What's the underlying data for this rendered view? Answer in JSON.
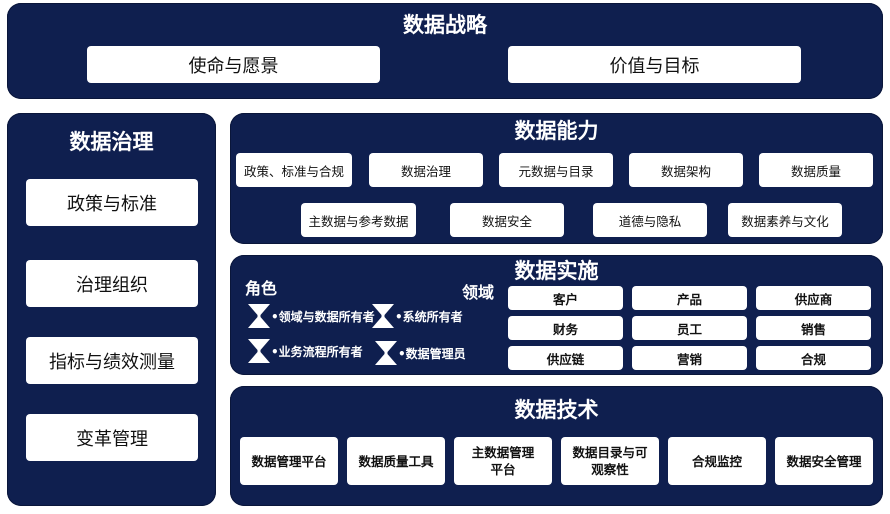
{
  "strategy": {
    "title": "数据战略",
    "items": [
      "使命与愿景",
      "价值与目标"
    ]
  },
  "governance": {
    "title": "数据治理",
    "items": [
      "政策与标准",
      "治理组织",
      "指标与绩效测量",
      "变革管理"
    ]
  },
  "capability": {
    "title": "数据能力",
    "row1": [
      "政策、标准与合规",
      "数据治理",
      "元数据与目录",
      "数据架构",
      "数据质量"
    ],
    "row2": [
      "主数据与参考数据",
      "数据安全",
      "道德与隐私",
      "数据素养与文化"
    ]
  },
  "implementation": {
    "title": "数据实施",
    "roles_label": "角色",
    "domains_label": "领域",
    "roles": [
      "•领域与数据所有者",
      "•系统所有者",
      "•业务流程所有者",
      "•数据管理员"
    ],
    "domains": [
      "客户",
      "产品",
      "供应商",
      "财务",
      "员工",
      "销售",
      "供应链",
      "营销",
      "合规"
    ]
  },
  "technology": {
    "title": "数据技术",
    "items": [
      "数据管理平台",
      "数据质量工具",
      "主数据管理\n平台",
      "数据目录与可\n观察性",
      "合规监控",
      "数据安全管理"
    ]
  },
  "colors": {
    "panel": "#0f1f4f",
    "box": "#ffffff"
  },
  "icons": {
    "role_bullet": "hourglass-icon"
  }
}
